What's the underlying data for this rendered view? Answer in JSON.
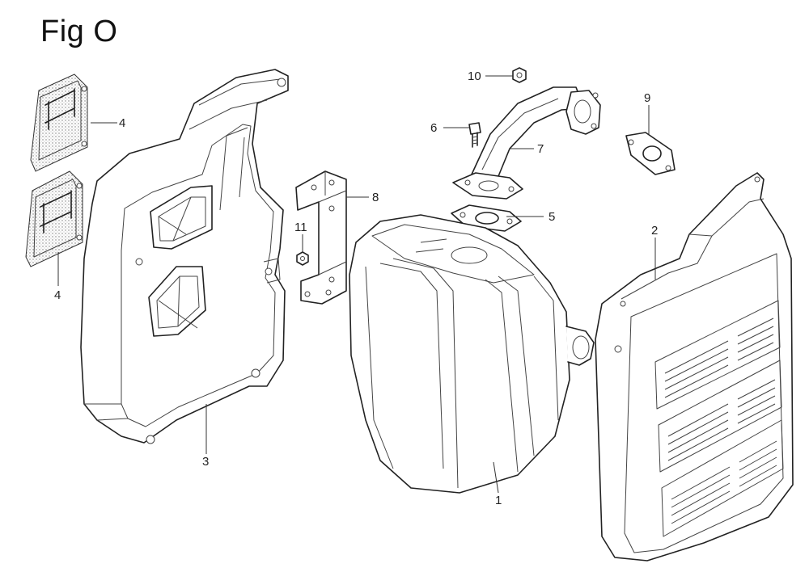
{
  "figure": {
    "title": "Fig O"
  },
  "callouts": {
    "c1": "1",
    "c2": "2",
    "c3": "3",
    "c4a": "4",
    "c4b": "4",
    "c5": "5",
    "c6": "6",
    "c7": "7",
    "c8": "8",
    "c9": "9",
    "c10": "10",
    "c11": "11"
  },
  "colors": {
    "line": "#222222",
    "background": "#ffffff"
  }
}
